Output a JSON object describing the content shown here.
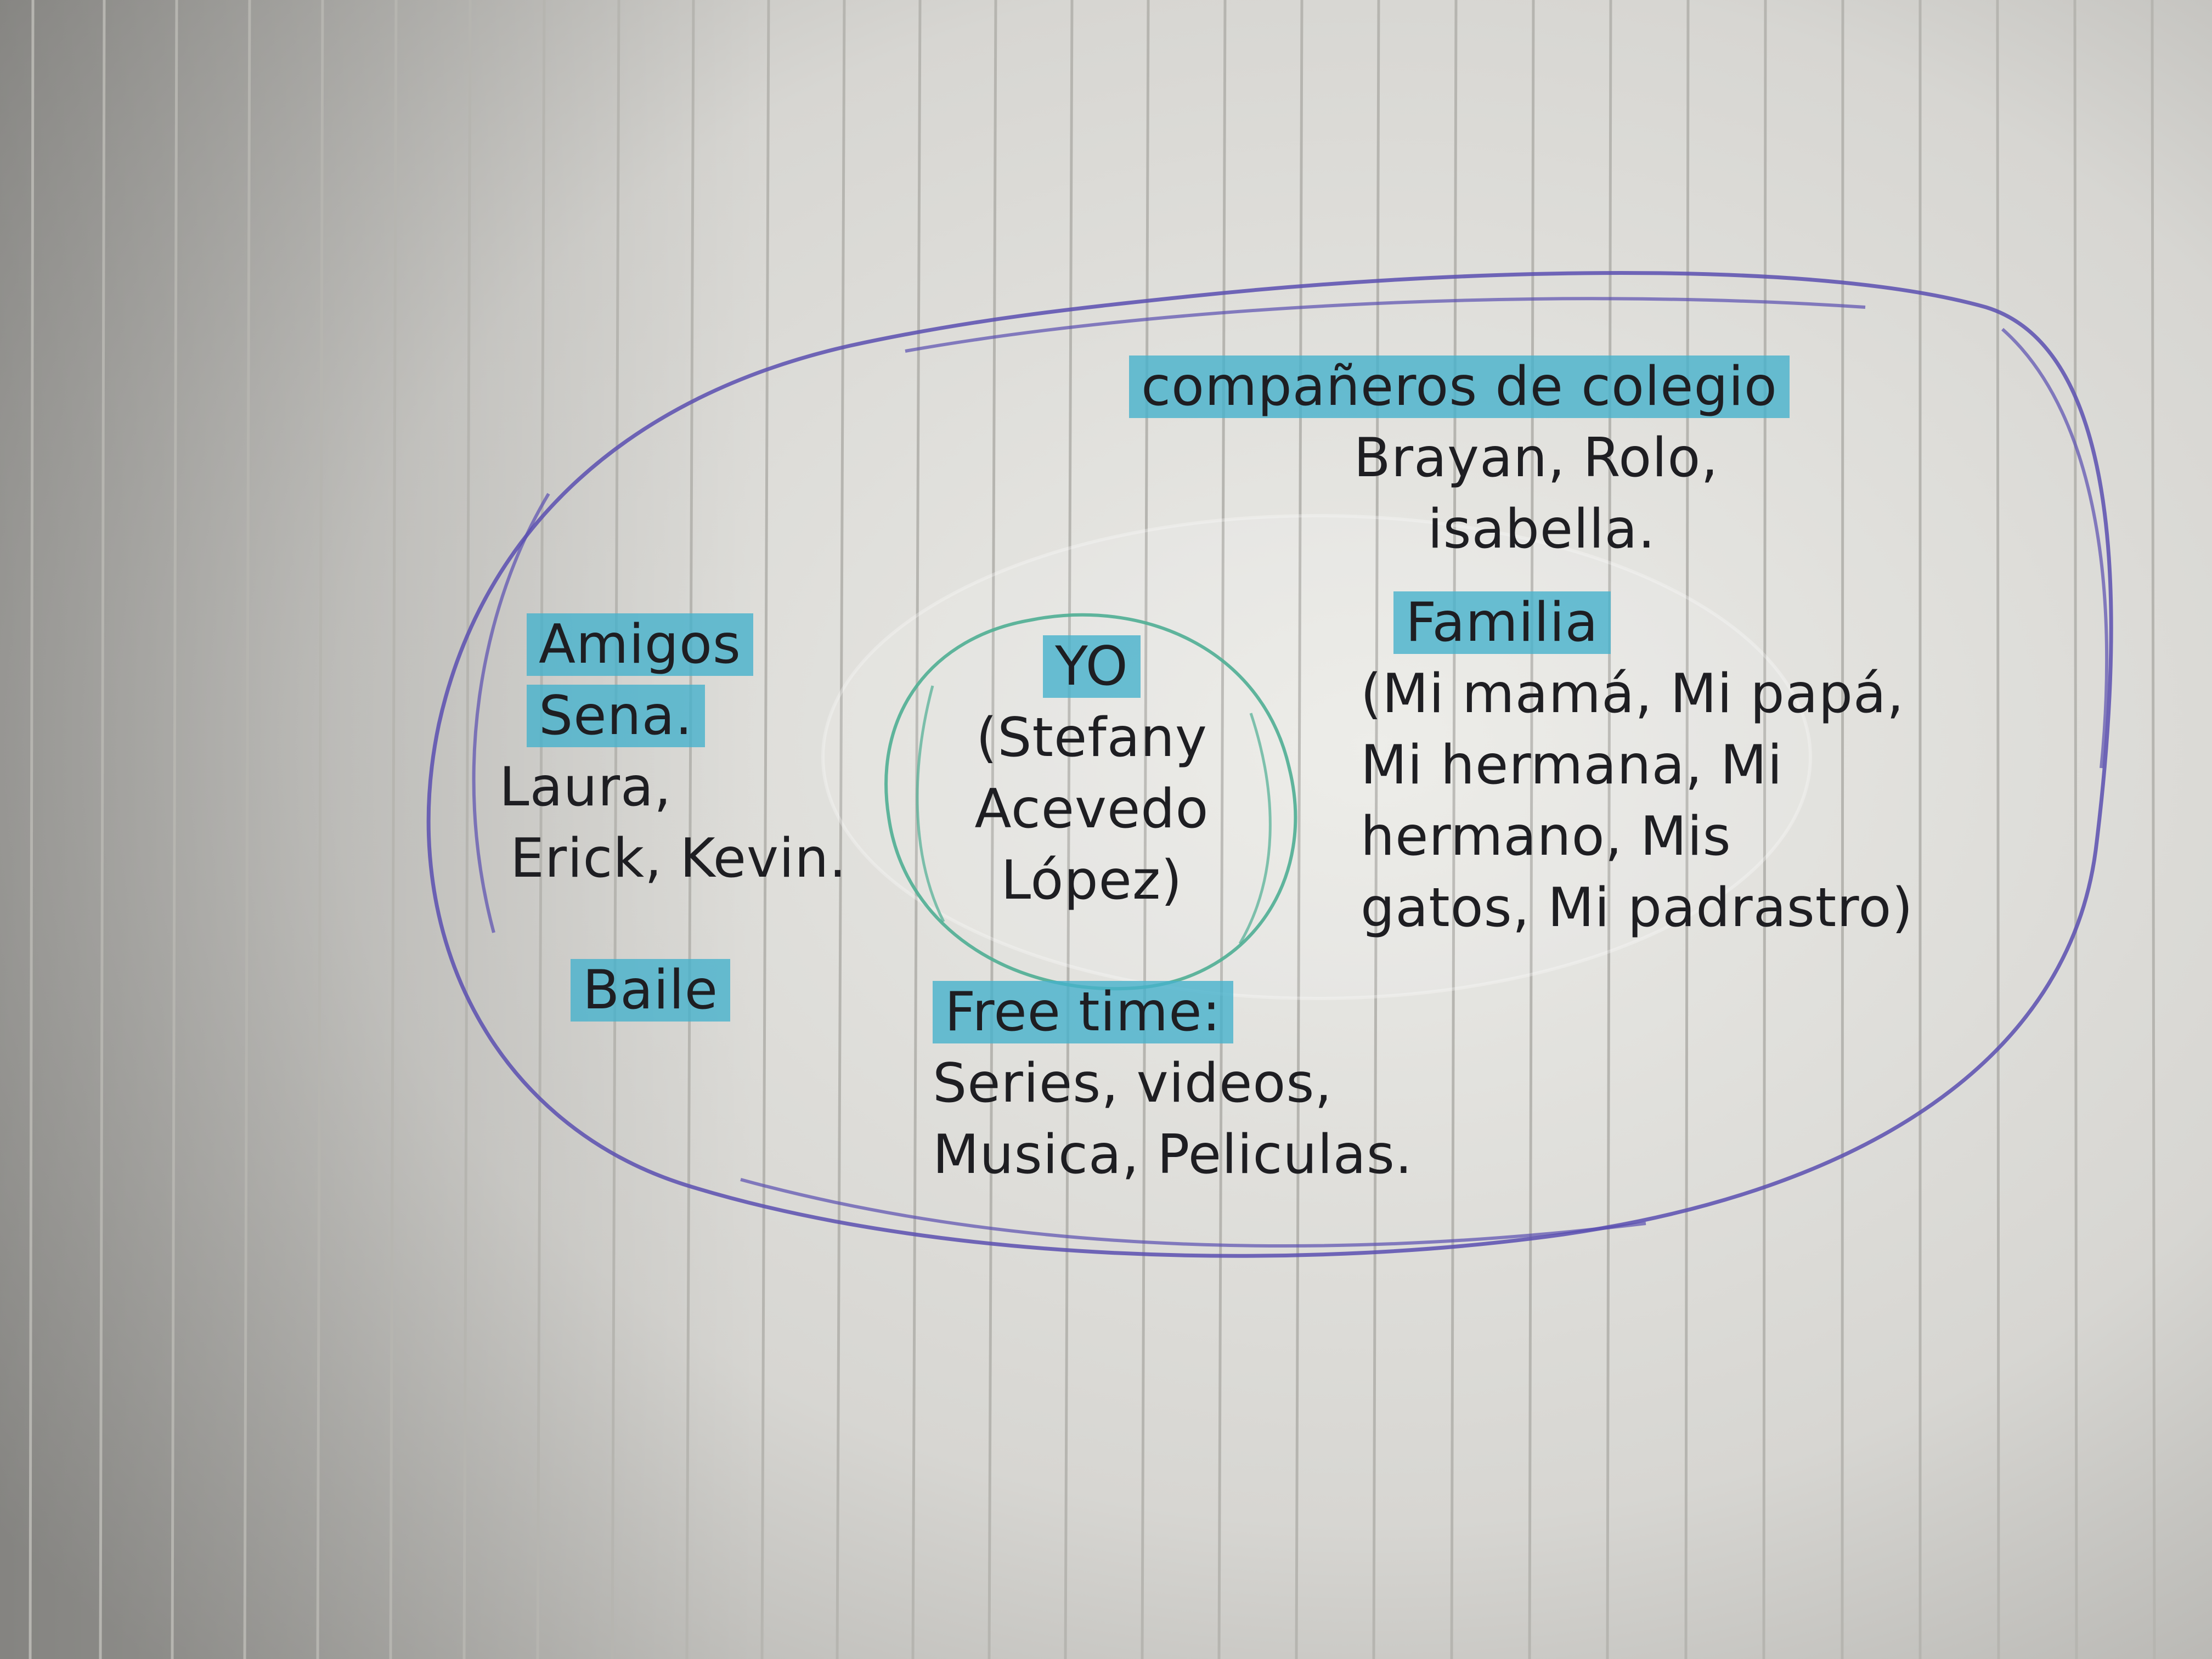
{
  "groups": {
    "companeros": {
      "heading": "compañeros de colegio",
      "lines": [
        "Brayan, Rolo,",
        "isabella."
      ]
    },
    "amigos": {
      "heading_line1": "Amigos",
      "heading_line2": "Sena.",
      "lines": [
        "Laura,",
        "Erick, Kevin."
      ]
    },
    "yo": {
      "heading": "YO",
      "lines": [
        "(Stefany",
        "Acevedo",
        "López)"
      ]
    },
    "familia": {
      "heading": "Familia",
      "lines": [
        "(Mi mamá, Mi papá,",
        "Mi hermana, Mi",
        "hermano, Mis",
        "gatos, Mi padrastro)"
      ]
    },
    "baile": {
      "heading": "Baile"
    },
    "free_time": {
      "heading": "Free time:",
      "lines": [
        "Series, videos,",
        "Musica, Peliculas."
      ]
    }
  },
  "colors": {
    "highlighter": "#46b2cc",
    "outer_circle_ink": "#5a4fb0",
    "inner_circle_ink": "#4fae93",
    "pen_ink": "#1e1e22",
    "paper": "#dcdcd7",
    "paper_lines": "#b6b5b0"
  }
}
